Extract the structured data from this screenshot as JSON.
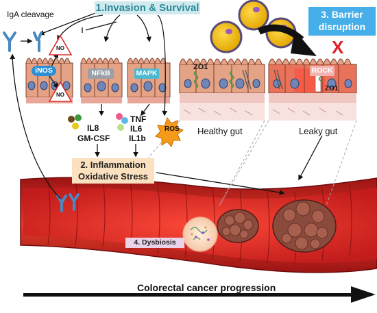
{
  "stages": {
    "s1": "1.Invasion & Survival",
    "s2_line1": "2. Inflammation",
    "s2_line2": "Oxidative Stress",
    "s3_line1": "3. Barrier",
    "s3_line2": "disruption",
    "s4": "4. Dysbiosis"
  },
  "labels": {
    "iga_cleavage": "IgA cleavage",
    "inos": "iNOS",
    "no_top": "NO",
    "no_bottom": "NO",
    "nfkb": "NFkB",
    "mapk": "MAPK",
    "zo1_left": "ZO1",
    "zo1_right": "ZO1",
    "rock": "ROCK",
    "il8": "IL8",
    "gmcsf": "GM-CSF",
    "tnf": "TNF",
    "il6": "IL6",
    "il1b": "IL1b",
    "ros": "ROS",
    "healthy_gut": "Healthy gut",
    "leaky_gut": "Leaky gut",
    "x_mark": "X",
    "progression": "Colorectal cancer progression"
  },
  "colors": {
    "tissue": "#d9876a",
    "nucleus": "#6f86b7",
    "colon_dark": "#b01818",
    "colon_mid": "#d83a2a",
    "bacteria": "#f2c21a",
    "stage1": "#2a8a98",
    "stage3": "#46aee8",
    "ros": "#f59a1b",
    "x_red": "#e0202a"
  }
}
